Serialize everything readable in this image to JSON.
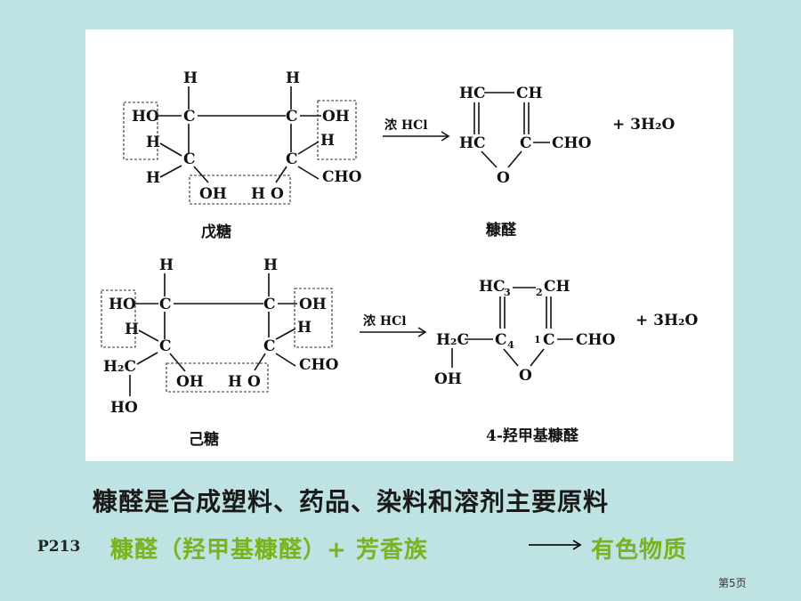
{
  "diagram": {
    "pentose": {
      "name": "戊糖",
      "reagent": "浓 HCl",
      "product_name": "糠醛",
      "byproduct": "+ 3H₂O",
      "atoms": {
        "h_top_left": "H",
        "h_top_right": "H",
        "ho_left": "HO",
        "c_top_left": "C",
        "c_top_right": "C",
        "oh_right": "OH",
        "h_mid_left": "H",
        "h_mid_right": "H",
        "c_bottom_left": "C",
        "c_bottom_right": "C",
        "h_bottom_left": "H",
        "oh_bottom": "OH",
        "h_bottom": "H",
        "o_ring": "O",
        "cho": "CHO"
      },
      "furfural": {
        "hc_top": "HC",
        "ch_top": "CH",
        "hc_bottom": "HC",
        "c_bottom": "C",
        "cho": "CHO",
        "o": "O"
      }
    },
    "hexose": {
      "name": "己糖",
      "reagent": "浓 HCl",
      "product_name": "4-羟甲基糠醛",
      "byproduct": "+ 3H₂O",
      "atoms": {
        "h_top_left": "H",
        "h_top_right": "H",
        "ho_left": "HO",
        "c_top_left": "C",
        "c_top_right": "C",
        "oh_right": "OH",
        "h_mid_left": "H",
        "h_mid_right": "H",
        "c_bottom_left": "C",
        "c_bottom_right": "C",
        "h2c": "H₂C",
        "oh_bottom": "OH",
        "h_bottom": "H",
        "o_ring": "O",
        "cho": "CHO",
        "ho_bottom": "HO"
      },
      "hmf": {
        "hc": "HC",
        "idx3": "3",
        "idx2": "2",
        "ch": "CH",
        "h2c": "H₂C",
        "c4": "C",
        "idx4": "4",
        "idx1": "1",
        "c1": "C",
        "cho": "CHO",
        "oh": "OH",
        "o": "O"
      }
    }
  },
  "main_statement": "糠醛是合成塑料、药品、染料和溶剂主要原料",
  "page_ref": "P213",
  "reaction_note": {
    "left": "糠醛（羟甲基糠醛）+ 芳香族",
    "right": "有色物质"
  },
  "page_number": "第5页",
  "colors": {
    "background": "#bfe3e3",
    "panel": "#ffffff",
    "note_green": "#7bb21f"
  }
}
